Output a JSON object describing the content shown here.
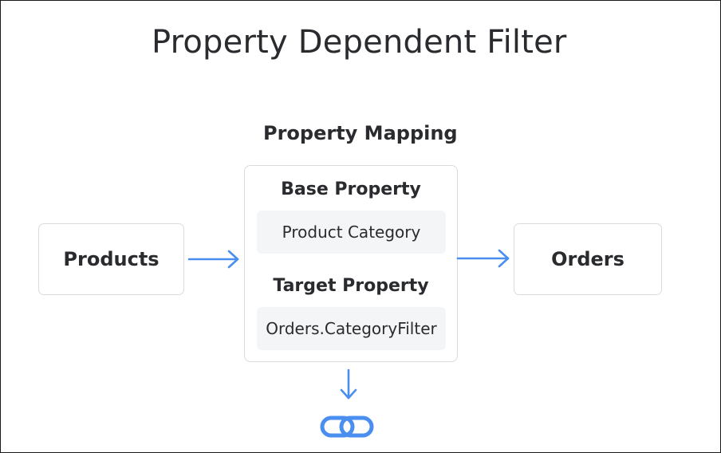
{
  "title": "Property Dependent Filter",
  "mapping": {
    "title": "Property Mapping",
    "base_heading": "Base Property",
    "base_value": "Product Category",
    "target_heading": "Target Property",
    "target_value": "Orders.CategoryFilter"
  },
  "nodes": {
    "source": "Products",
    "target": "Orders"
  },
  "icons": {
    "flow_arrow": "arrow-right-icon",
    "down_arrow": "arrow-down-icon",
    "link": "link-icon"
  },
  "colors": {
    "accent": "#4a8ef0",
    "border": "#d9dbdf",
    "field_bg": "#f4f5f6",
    "text": "#2a2b2e"
  }
}
